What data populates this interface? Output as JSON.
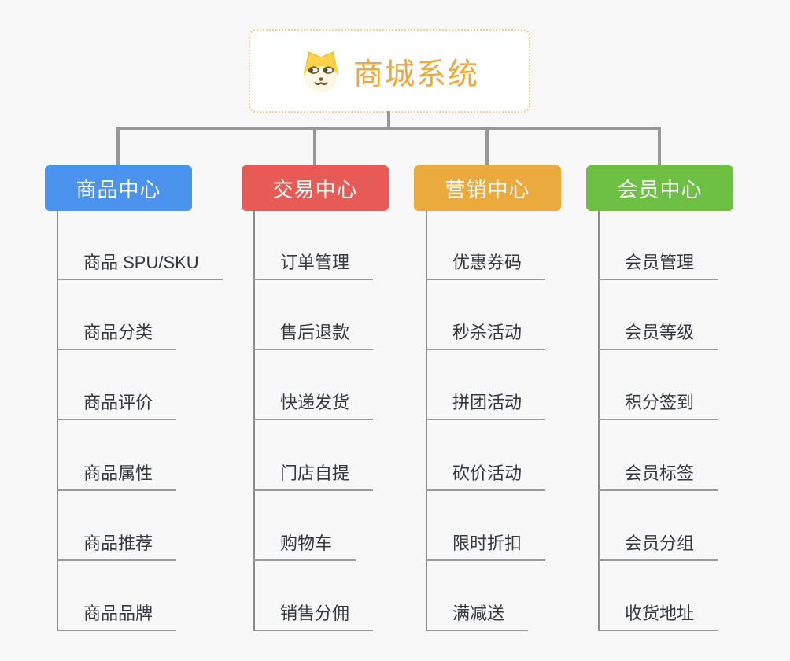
{
  "root": {
    "title": "商城系统",
    "icon": "dog-face-icon",
    "accent_color": "#efa83c",
    "border_color": "#f3cd92"
  },
  "branches": [
    {
      "label": "商品中心",
      "color": "#4b93ec",
      "children": [
        "商品 SPU/SKU",
        "商品分类",
        "商品评价",
        "商品属性",
        "商品推荐",
        "商品品牌"
      ]
    },
    {
      "label": "交易中心",
      "color": "#e65b55",
      "children": [
        "订单管理",
        "售后退款",
        "快递发货",
        "门店自提",
        "购物车",
        "销售分佣"
      ]
    },
    {
      "label": "营销中心",
      "color": "#ebaa3e",
      "children": [
        "优惠券码",
        "秒杀活动",
        "拼团活动",
        "砍价活动",
        "限时折扣",
        "满减送"
      ]
    },
    {
      "label": "会员中心",
      "color": "#6dc044",
      "children": [
        "会员管理",
        "会员等级",
        "积分签到",
        "会员标签",
        "会员分组",
        "收货地址"
      ]
    }
  ],
  "connector_color": "#979797",
  "background_color": "#f8f8f8",
  "text_color": "#35393e"
}
